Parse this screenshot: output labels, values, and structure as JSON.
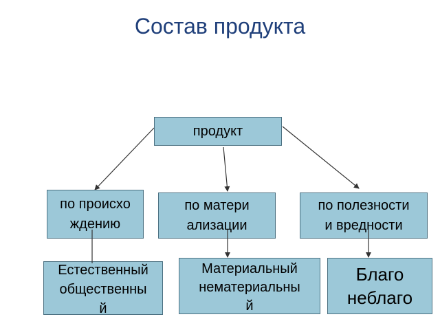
{
  "title": "Состав продукта",
  "root": {
    "label": "продукт"
  },
  "categories": [
    {
      "label": "по происхо\nждению"
    },
    {
      "label": "по матери\nализации"
    },
    {
      "label": "по полезности\nи вредности"
    }
  ],
  "subtypes": [
    {
      "label": "Естественный\nобщественны\nй"
    },
    {
      "label": "Материальный\nнематериальны\nй"
    },
    {
      "label": "Благо\nнеблаго"
    }
  ],
  "colors": {
    "title": "#1f3f7a",
    "box_fill": "#9cc8d8",
    "box_border": "#4a6f80",
    "connector": "#333333"
  }
}
